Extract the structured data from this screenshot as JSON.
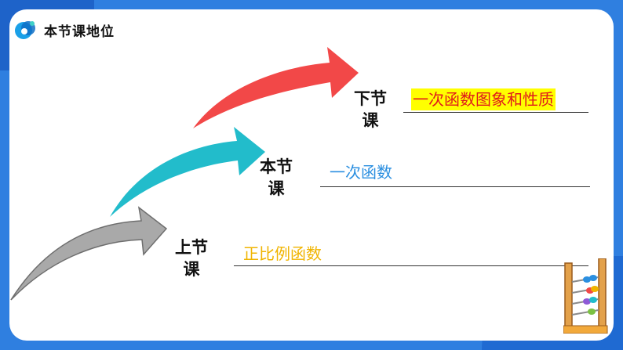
{
  "header": {
    "title": "本节课地位"
  },
  "stages": [
    {
      "name": "上节课",
      "label_line1": "上节",
      "label_line2": "课",
      "topic": "正比例函数",
      "topic_color": "#f0b400",
      "arrow_color": "#a9a9a9"
    },
    {
      "name": "本节课",
      "label_line1": "本节",
      "label_line2": "课",
      "topic": "一次函数",
      "topic_color": "#2b8fe0",
      "arrow_color": "#22bccb"
    },
    {
      "name": "下节课",
      "label_line1": "下节",
      "label_line2": "课",
      "topic": "一次函数图象和性质",
      "topic_color": "#e01b1b",
      "topic_highlight": "#ffff00",
      "arrow_color": "#f24848"
    }
  ],
  "colors": {
    "frame": "#2f7fe0",
    "card": "#ffffff"
  }
}
